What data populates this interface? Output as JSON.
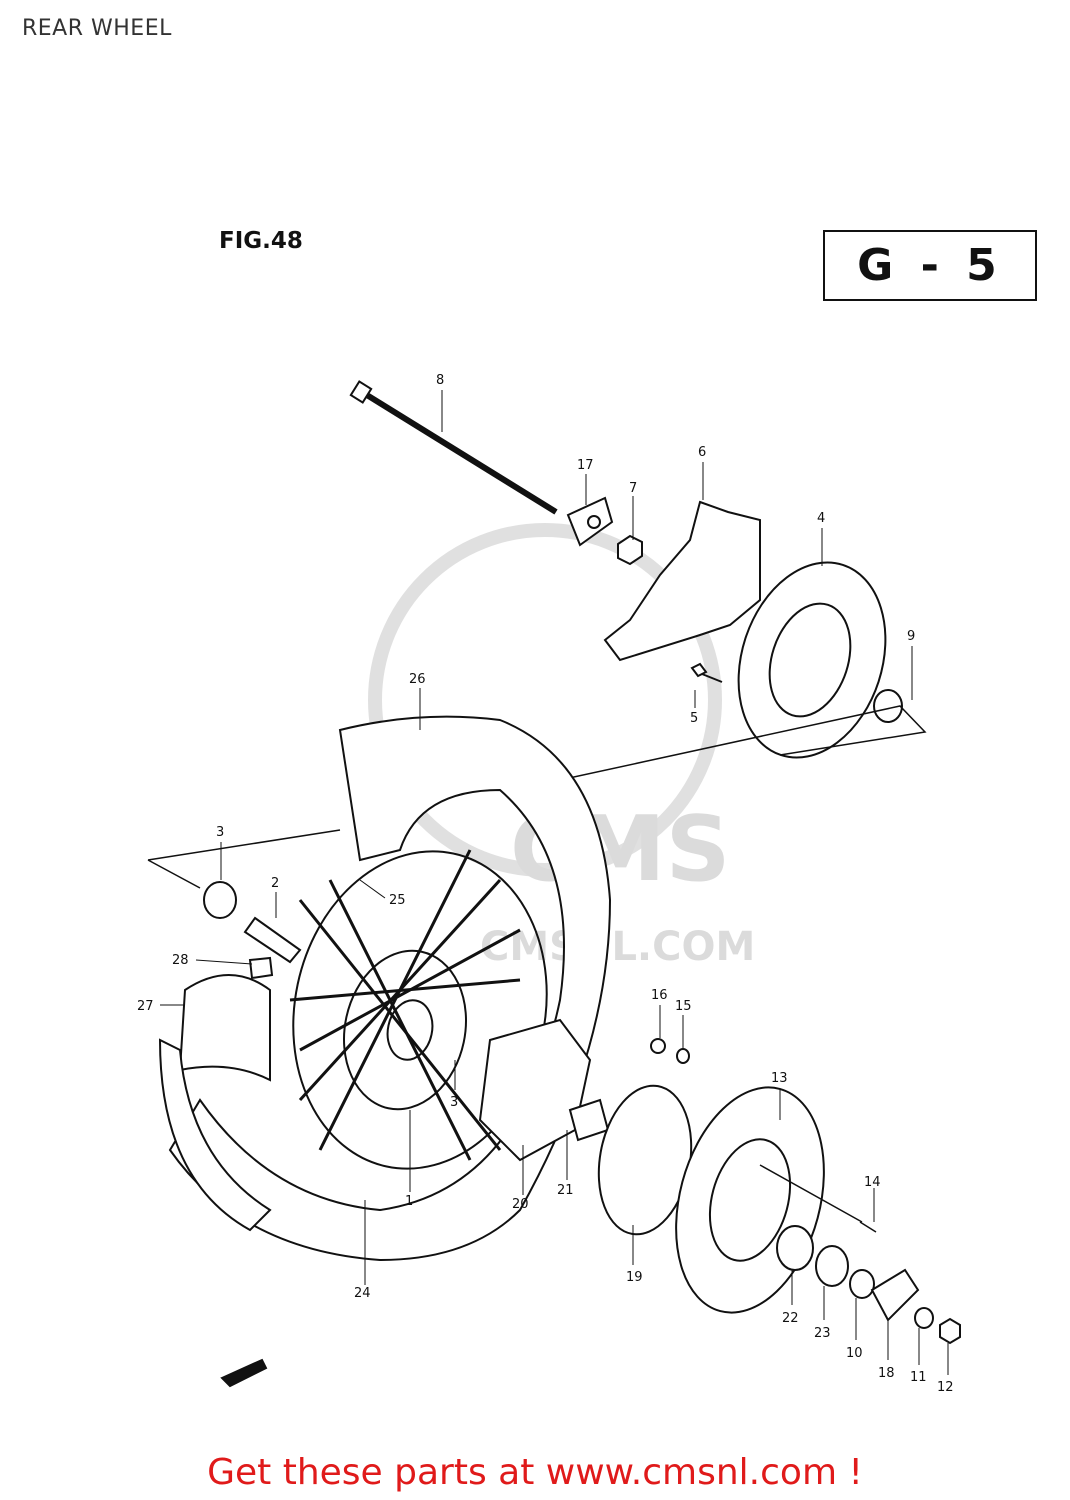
{
  "page_title": "REAR WHEEL",
  "figure_label": "FIG.48",
  "group_code": "G - 5",
  "watermark": {
    "large": "CMS",
    "url": "CMSNL.COM"
  },
  "parts": {
    "p1": "1",
    "p2": "2",
    "p3a": "3",
    "p3b": "3",
    "p4": "4",
    "p5": "5",
    "p6": "6",
    "p7": "7",
    "p8": "8",
    "p9": "9",
    "p10": "10",
    "p11": "11",
    "p12": "12",
    "p13": "13",
    "p14": "14",
    "p15": "15",
    "p16": "16",
    "p17": "17",
    "p18": "18",
    "p19": "19",
    "p20": "20",
    "p21": "21",
    "p22": "22",
    "p23": "23",
    "p24": "24",
    "p25": "25",
    "p26": "26",
    "p27": "27",
    "p28": "28"
  },
  "cta_text": "Get these parts at www.cmsnl.com !",
  "colors": {
    "cta": "#e01a1a",
    "ink": "#111111",
    "watermark": "#d8d8d8"
  }
}
